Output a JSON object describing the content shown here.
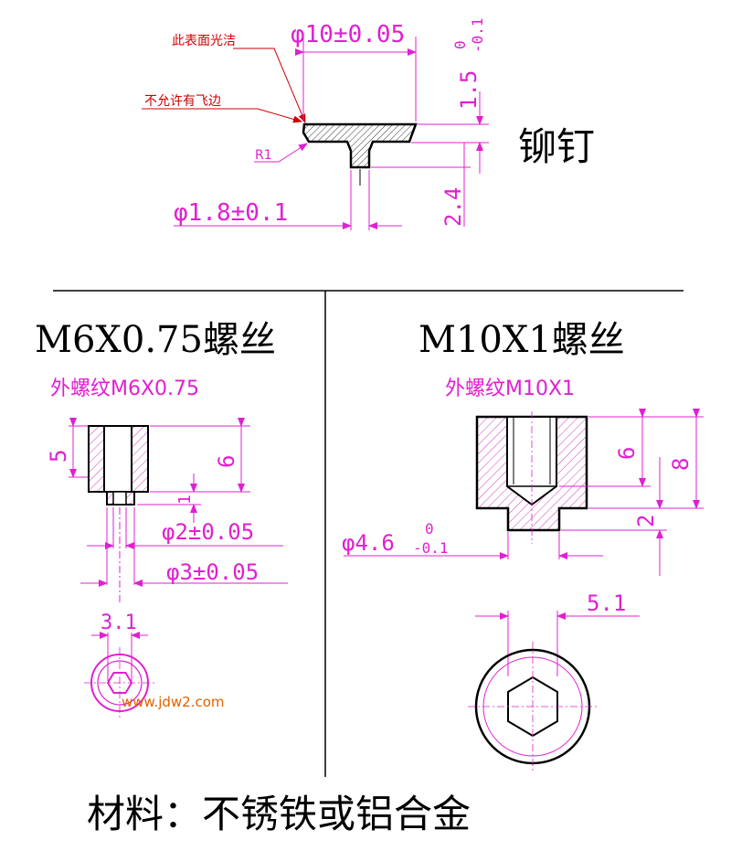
{
  "colors": {
    "dimension": "#e020d0",
    "annotation": "#d00000",
    "outline": "#000000",
    "watermark": "#e06000",
    "hatch": "#d040c0"
  },
  "rivet": {
    "title": "铆钉",
    "note_surface": "此表面光洁",
    "note_burr": "不允许有飞边",
    "radius_label": "R1",
    "dia_head": "φ10±0.05",
    "dia_shank": "φ1.8±0.1",
    "head_thickness": "1.5",
    "head_tol_upper": "0",
    "head_tol_lower": "-0.1",
    "shank_length": "2.4"
  },
  "m6": {
    "title": "M6X0.75螺丝",
    "thread_label": "外螺纹M6X0.75",
    "dim_5": "5",
    "dim_6": "6",
    "dim_1": "1",
    "dia_2": "φ2±0.05",
    "dia_3": "φ3±0.05",
    "hex_size": "3.1"
  },
  "m10": {
    "title": "M10X1螺丝",
    "thread_label": "外螺纹M10X1",
    "dim_6": "6",
    "dim_8": "8",
    "dim_2": "2",
    "dia": "φ4.6",
    "dia_tol_upper": "0",
    "dia_tol_lower": "-0.1",
    "hex_size": "5.1"
  },
  "watermark": "www.jdw2.com",
  "material": "材料：不锈铁或铝合金"
}
